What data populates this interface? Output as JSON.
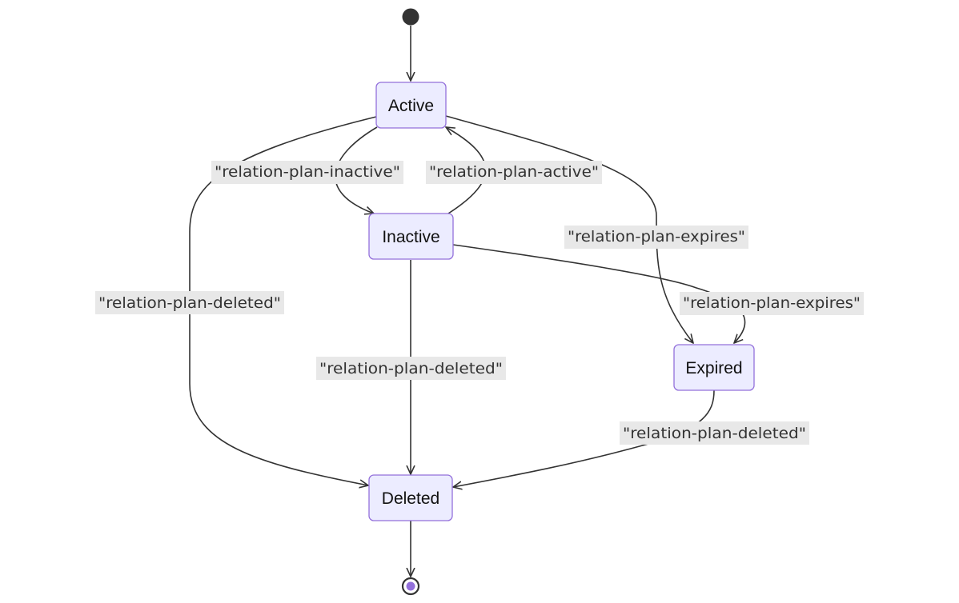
{
  "states": {
    "active": "Active",
    "inactive": "Inactive",
    "expired": "Expired",
    "deleted": "Deleted"
  },
  "transitions": {
    "active_to_inactive": "\"relation-plan-inactive\"",
    "inactive_to_active": "\"relation-plan-active\"",
    "active_to_expired": "\"relation-plan-expires\"",
    "inactive_to_expired": "\"relation-plan-expires\"",
    "active_to_deleted": "\"relation-plan-deleted\"",
    "inactive_to_deleted": "\"relation-plan-deleted\"",
    "expired_to_deleted": "\"relation-plan-deleted\""
  },
  "colors": {
    "state_fill": "#ECECFF",
    "state_border": "#9370DB",
    "edge": "#333333",
    "label_background": "#E8E8E8",
    "start_marker": "#333333",
    "end_marker_inner": "#9370DB"
  }
}
